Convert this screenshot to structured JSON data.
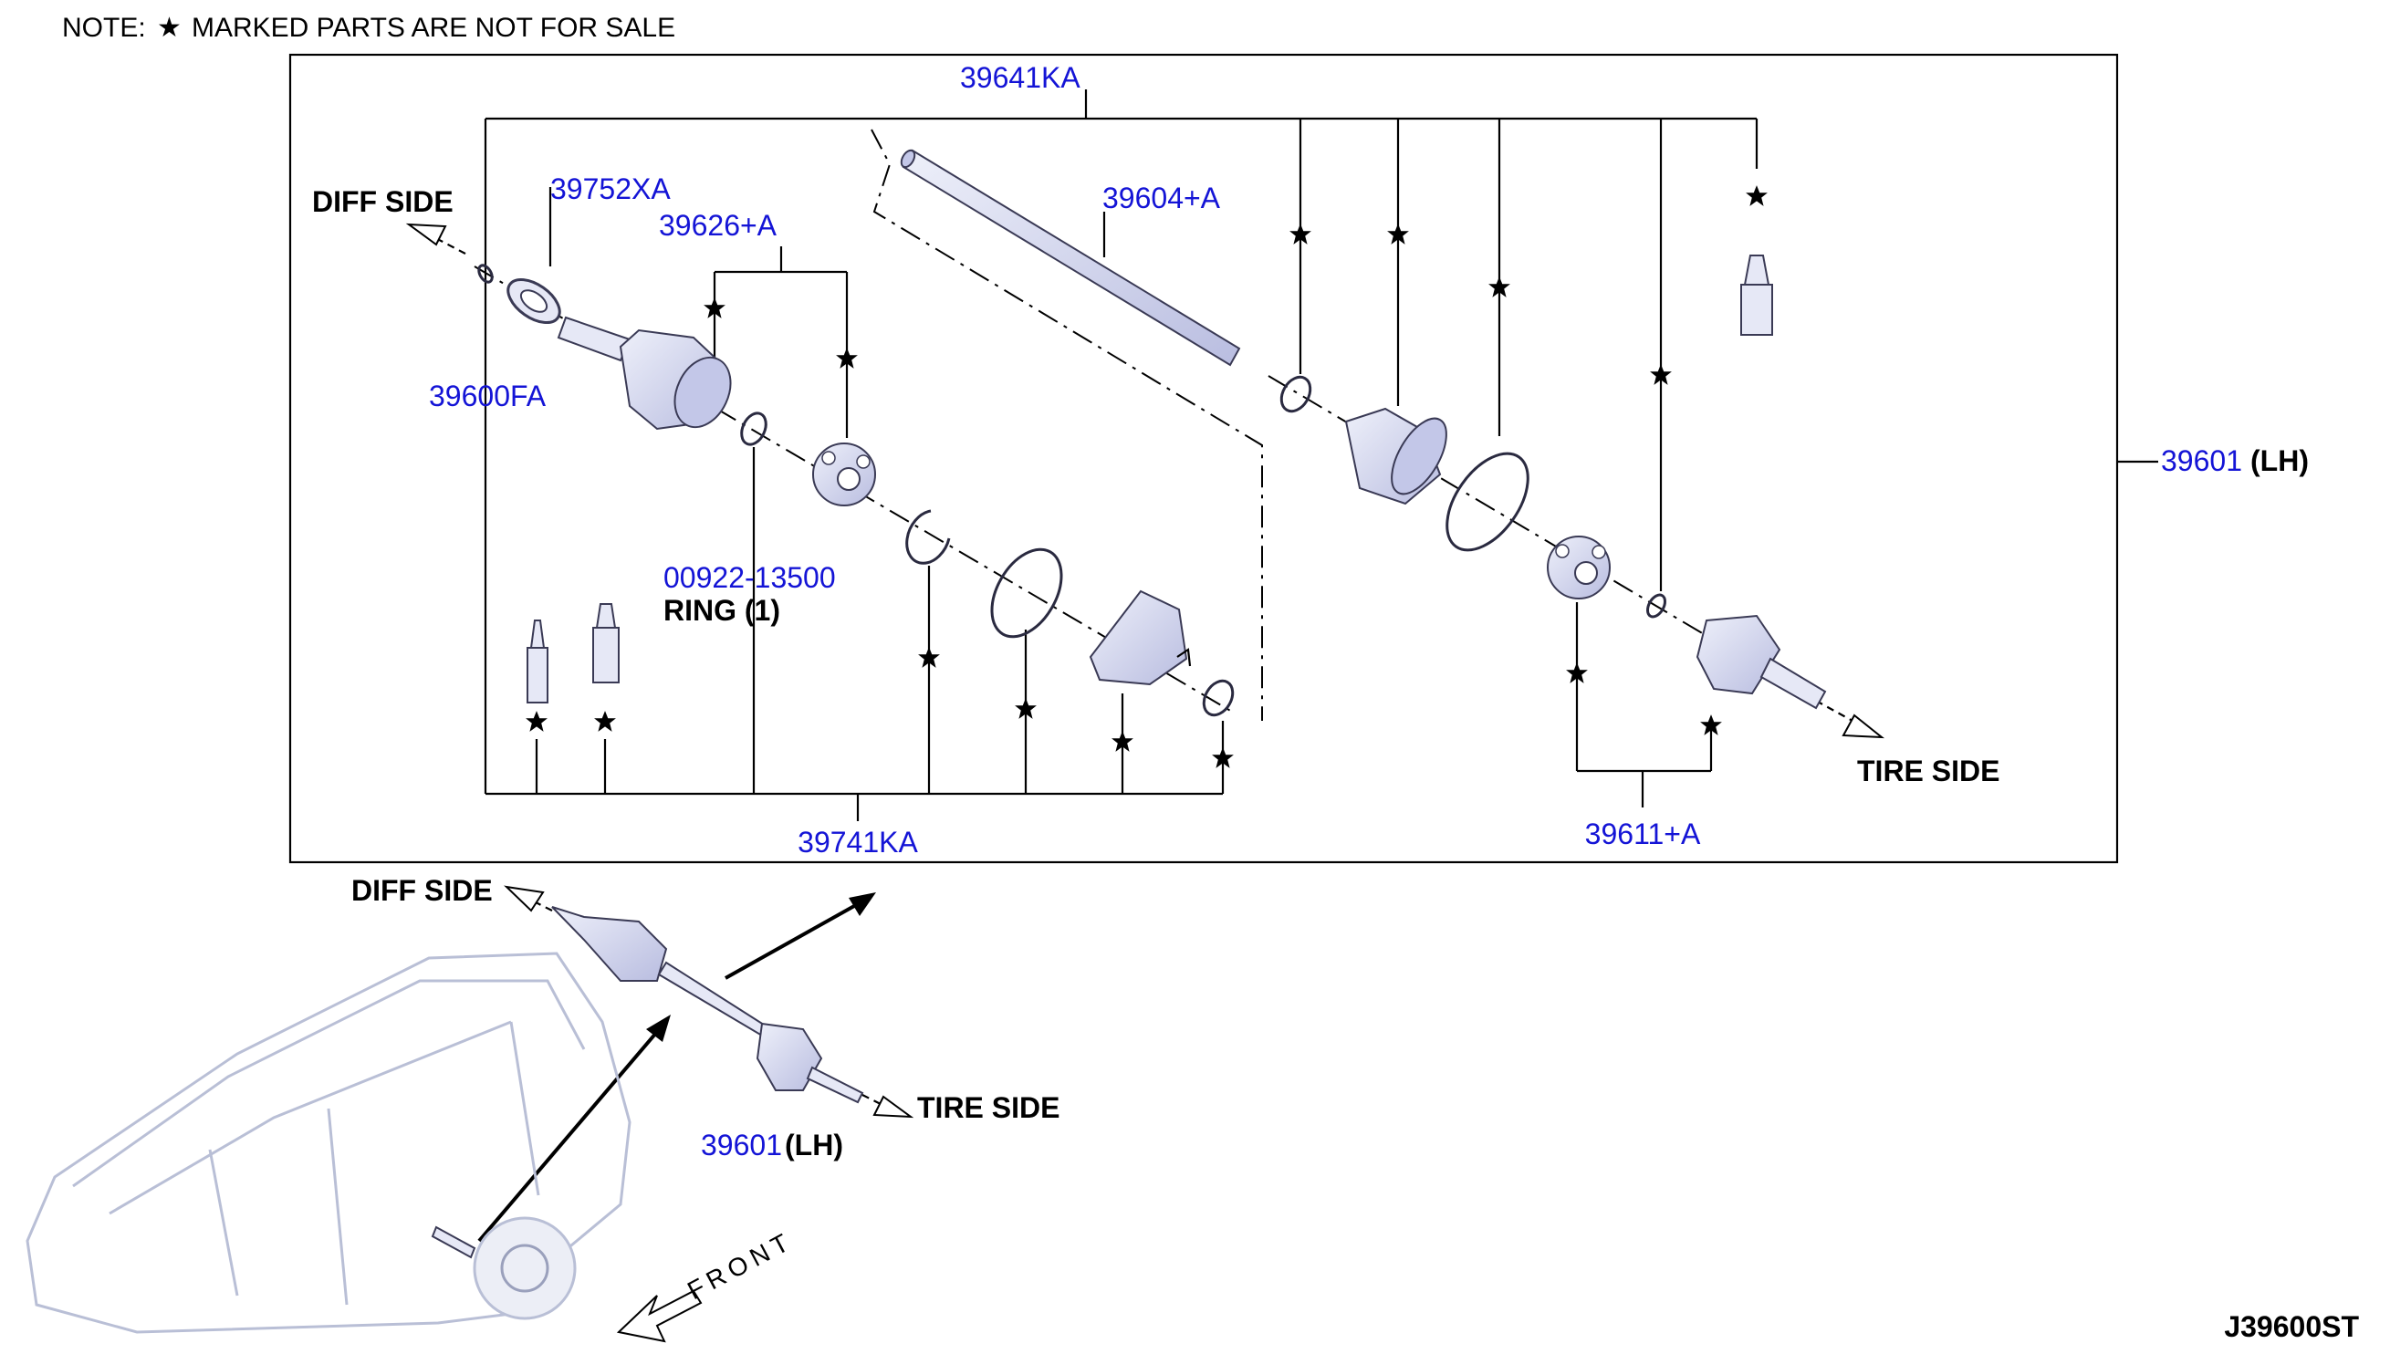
{
  "note": {
    "prefix": "NOTE:",
    "symbol": "★",
    "text": "MARKED PARTS ARE NOT FOR SALE"
  },
  "labels": {
    "diff_side_top": "DIFF SIDE",
    "diff_side_bottom": "DIFF SIDE",
    "tire_side_top": "TIRE SIDE",
    "tire_side_bottom": "TIRE SIDE",
    "ring_qty": "RING (1)",
    "lh_main": "(LH)",
    "lh_bottom": "(LH)",
    "front": "FRONT",
    "diagram_id": "J39600ST"
  },
  "parts": {
    "p39641KA": "39641KA",
    "p39752XA": "39752XA",
    "p39604A": "39604+A",
    "p39626A": "39626+A",
    "p39600FA": "39600FA",
    "p00922": "00922-13500",
    "p39741KA": "39741KA",
    "p39611A": "39611+A",
    "p39601_main": "39601",
    "p39601_bottom": "39601"
  },
  "colors": {
    "part_number": "#1414d6",
    "text": "#000000",
    "part_fill": "#d4d7ef"
  }
}
